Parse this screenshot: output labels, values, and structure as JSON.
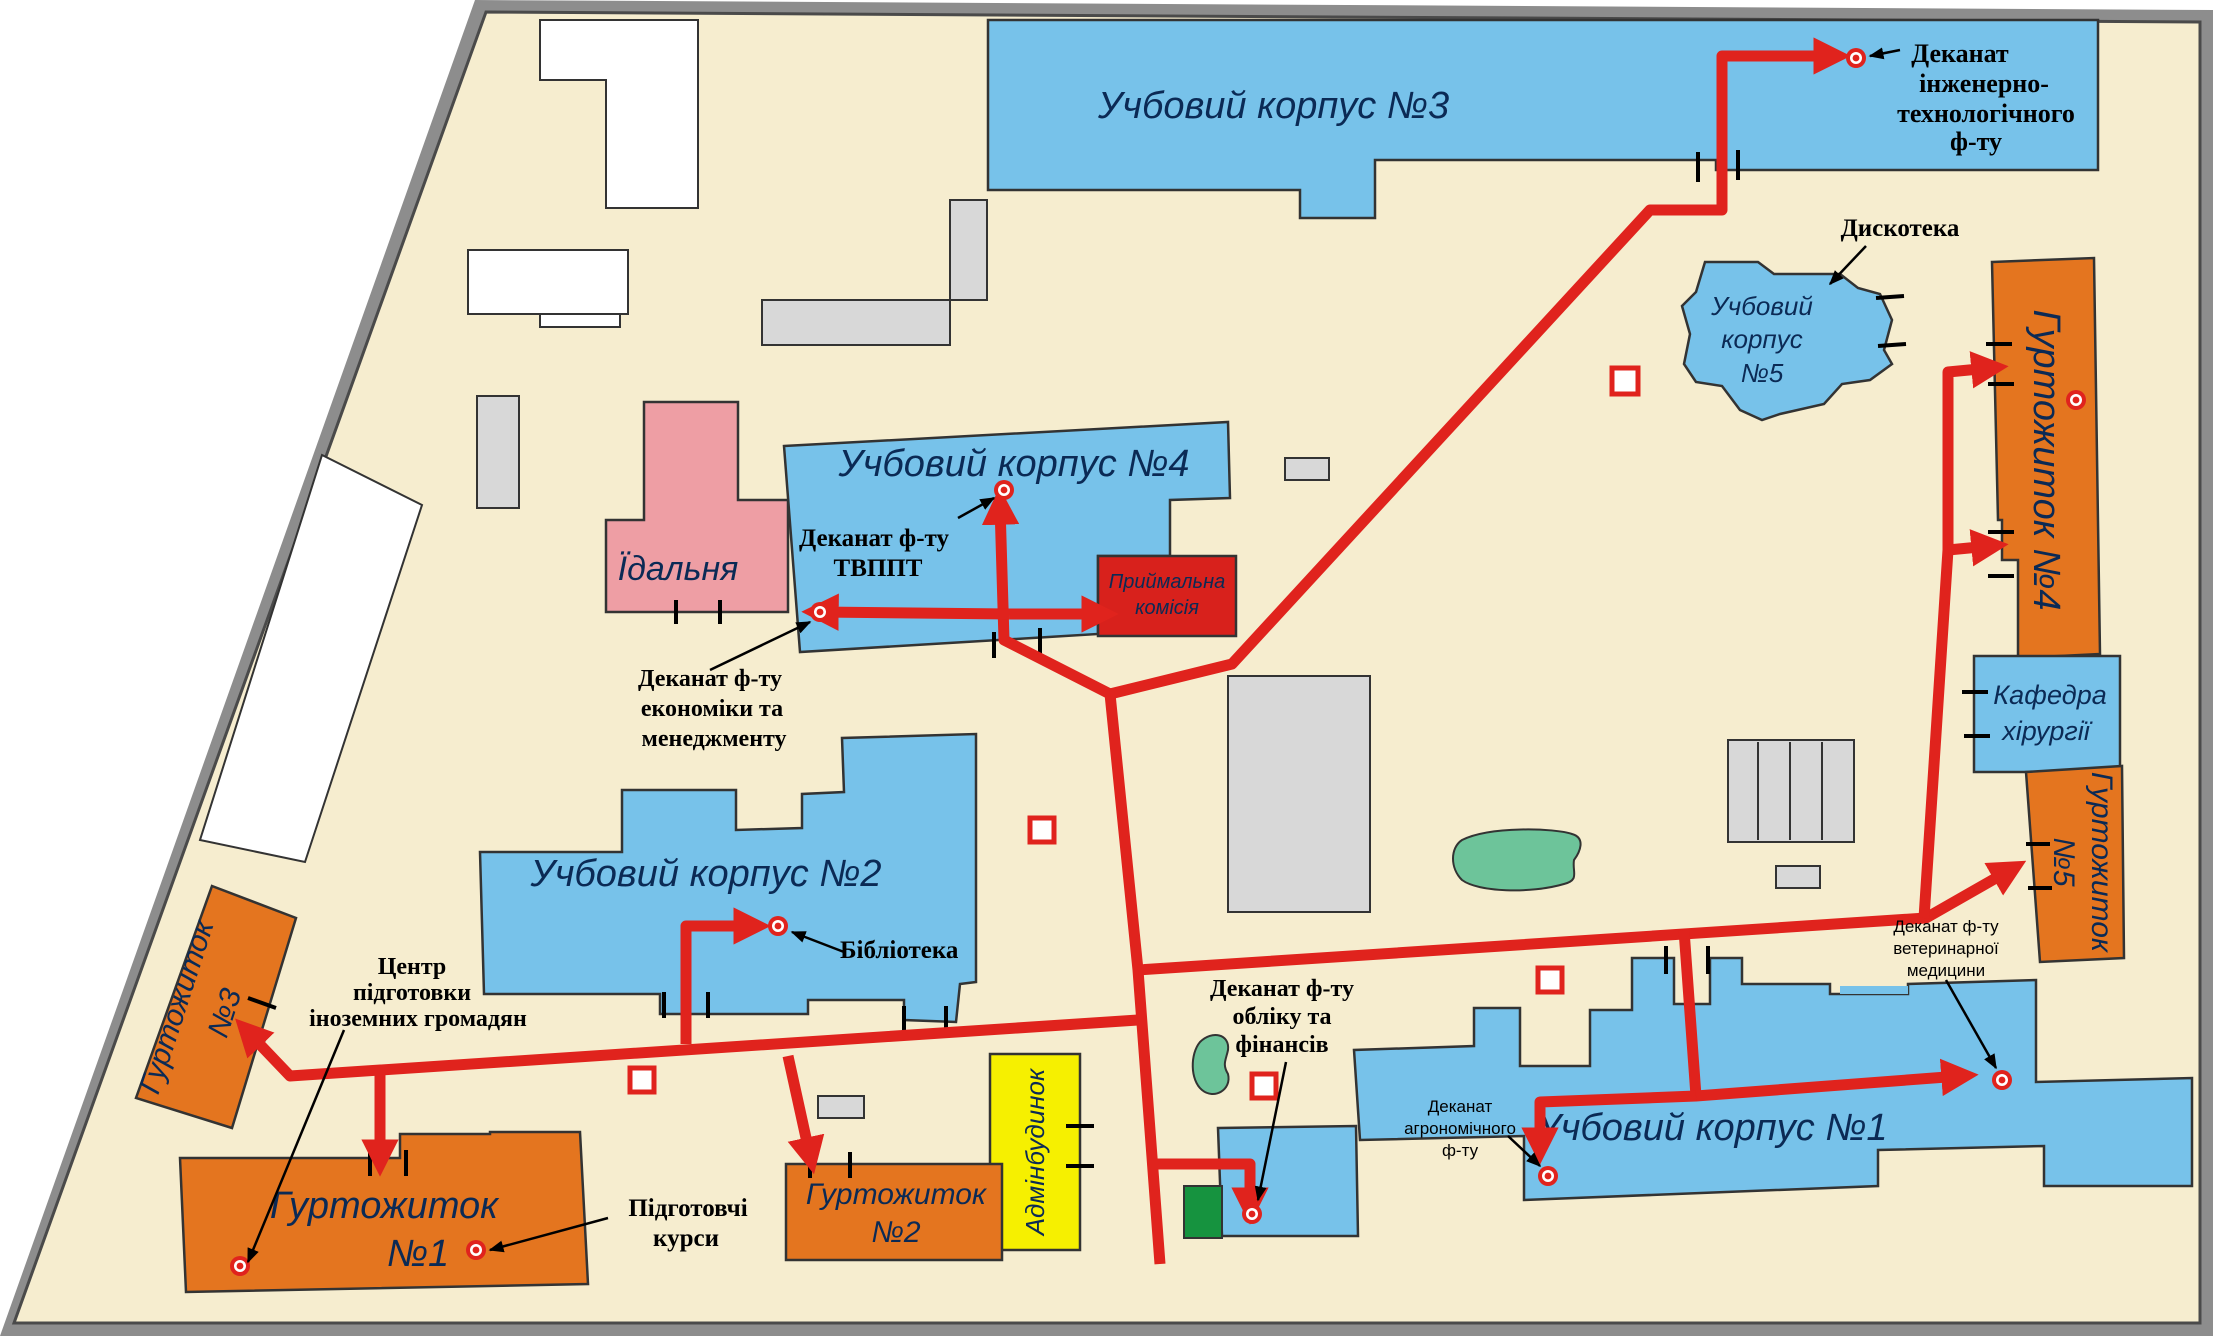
{
  "colors": {
    "ground": "#f6edcf",
    "border": "#8d8d8d",
    "academic": "#77c2ea",
    "dormitory": "#e4751f",
    "canteen": "#ee9ea4",
    "admissions": "#d8211c",
    "admin": "#f6f000",
    "service": "#d8d8d8",
    "route": "#e0231d",
    "pond": "#6dc49a",
    "green_box": "#16933f"
  },
  "buildings": {
    "korpus3": "Учбовий корпус №3",
    "korpus4": "Учбовий корпус №4",
    "korpus2": "Учбовий корпус №2",
    "korpus1": "Учбовий корпус №1",
    "korpus5": [
      "Учбовий",
      "корпус",
      "№5"
    ],
    "canteen": "Їдальня",
    "admissions": [
      "Приймальна",
      "комісія"
    ],
    "dorm1": [
      "Гуртожиток",
      "№1"
    ],
    "dorm2": [
      "Гуртожиток",
      "№2"
    ],
    "dorm3": [
      "Гуртожиток",
      "№3"
    ],
    "dorm4": [
      "Гуртожиток №4"
    ],
    "dorm5": [
      "Гуртожиток",
      "№5"
    ],
    "surgery": [
      "Кафедра",
      "хірургії"
    ],
    "admin": "Адмінбудинок"
  },
  "annotations": {
    "dean_engineering": [
      "Деканат",
      "інженерно-",
      "технологічного",
      "ф-ту"
    ],
    "disco": "Дискотека",
    "dean_tvppt": [
      "Деканат ф-ту",
      "ТВППТ"
    ],
    "dean_economics": [
      "Деканат ф-ту",
      "економіки та",
      "менеджменту"
    ],
    "library": "Бібліотека",
    "foreign_center": [
      "Центр",
      "підготовки",
      "іноземних громадян"
    ],
    "prep_courses": [
      "Підготовчі",
      "курси"
    ],
    "dean_accounting": [
      "Деканат ф-ту",
      "обліку та",
      "фінансів"
    ],
    "dean_agronomy": [
      "Деканат",
      "агрономічного",
      "ф-ту"
    ],
    "dean_veterinary": [
      "Деканат ф-ту",
      "ветеринарної",
      "медицини"
    ]
  },
  "icons": [
    "target-marker-icon",
    "route-arrow-icon",
    "entrance-door-icon",
    "poi-square-icon"
  ]
}
